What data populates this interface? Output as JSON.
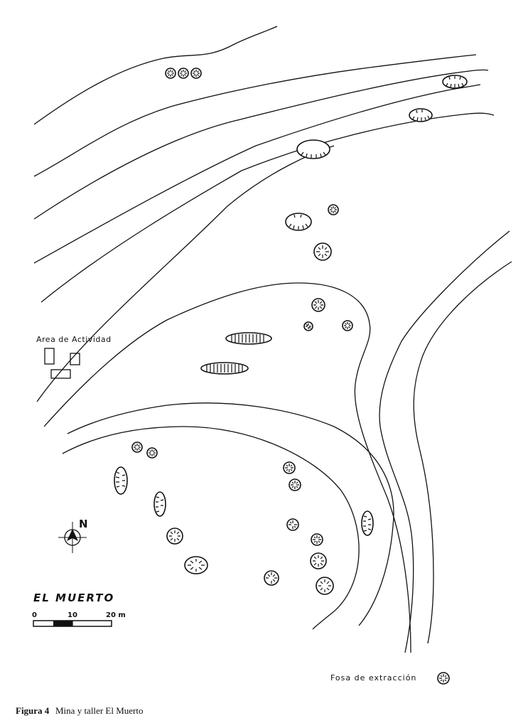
{
  "map": {
    "site_name": "EL MUERTO",
    "activity_area_label": "Area de Actividad",
    "north_label": "N",
    "scale_labels": [
      "0",
      "10",
      "20 m"
    ],
    "legend_label": "Fosa de extracción",
    "caption_prefix": "Figura 4",
    "caption_text": "Mina y taller El Muerto"
  }
}
